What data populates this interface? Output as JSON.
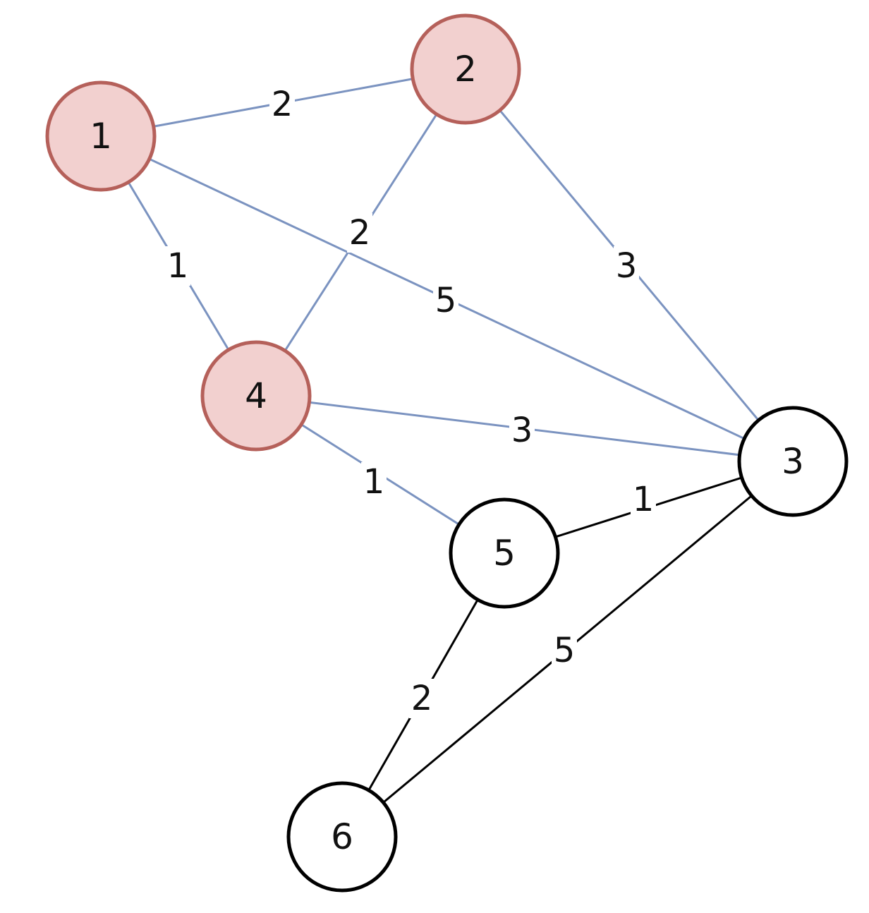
{
  "graph": {
    "colors": {
      "highlight_fill": "#f2d0cf",
      "highlight_stroke": "#b5605a",
      "normal_fill": "#ffffff",
      "normal_stroke": "#000000",
      "highlight_edge": "#7b93c0",
      "normal_edge": "#000000",
      "background": "#ffffff"
    },
    "nodes": [
      {
        "id": "1",
        "label": "1",
        "highlighted": true
      },
      {
        "id": "2",
        "label": "2",
        "highlighted": true
      },
      {
        "id": "4",
        "label": "4",
        "highlighted": true
      },
      {
        "id": "3",
        "label": "3",
        "highlighted": false
      },
      {
        "id": "5",
        "label": "5",
        "highlighted": false
      },
      {
        "id": "6",
        "label": "6",
        "highlighted": false
      }
    ],
    "edges": [
      {
        "from": "1",
        "to": "2",
        "weight": "2",
        "highlighted": true
      },
      {
        "from": "1",
        "to": "4",
        "weight": "1",
        "highlighted": true
      },
      {
        "from": "1",
        "to": "3",
        "weight": "5",
        "highlighted": true
      },
      {
        "from": "2",
        "to": "4",
        "weight": "2",
        "highlighted": true
      },
      {
        "from": "2",
        "to": "3",
        "weight": "3",
        "highlighted": true
      },
      {
        "from": "4",
        "to": "3",
        "weight": "3",
        "highlighted": true
      },
      {
        "from": "4",
        "to": "5",
        "weight": "1",
        "highlighted": true
      },
      {
        "from": "5",
        "to": "3",
        "weight": "1",
        "highlighted": false
      },
      {
        "from": "5",
        "to": "6",
        "weight": "2",
        "highlighted": false
      },
      {
        "from": "3",
        "to": "6",
        "weight": "5",
        "highlighted": false
      }
    ]
  }
}
